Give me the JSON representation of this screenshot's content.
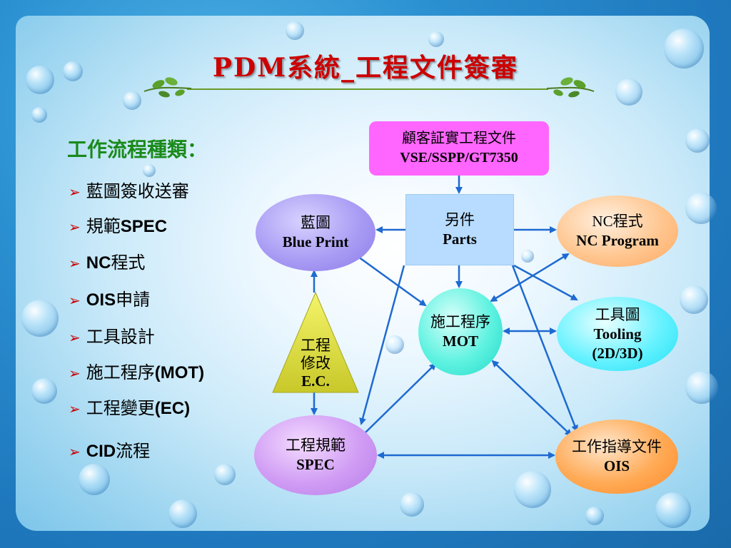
{
  "title": "PDM系統_工程文件簽審",
  "workflow": {
    "heading": "工作流程種類：",
    "items": [
      {
        "prefix": "藍圖簽收送審",
        "latin": "",
        "suffix": ""
      },
      {
        "prefix": "規範",
        "latin": "SPEC",
        "suffix": ""
      },
      {
        "prefix": "",
        "latin": "NC",
        "suffix": "程式"
      },
      {
        "prefix": "",
        "latin": "OIS",
        "suffix": "申請"
      },
      {
        "prefix": "工具設計",
        "latin": "",
        "suffix": ""
      },
      {
        "prefix": "施工程序",
        "latin": "(MOT)",
        "suffix": ""
      },
      {
        "prefix": "工程變更",
        "latin": "(EC)",
        "suffix": ""
      },
      {
        "prefix": "",
        "latin": "CID",
        "suffix": "流程"
      }
    ]
  },
  "diagram": {
    "customer_doc": {
      "line1": "顧客証實工程文件",
      "line2": "VSE/SSPP/GT7350"
    },
    "parts": {
      "line1": "另件",
      "line2": "Parts"
    },
    "blueprint": {
      "line1": "藍圖",
      "line2": "Blue Print"
    },
    "nc_program": {
      "line1": "NC程式",
      "line2": "NC Program"
    },
    "mot": {
      "line1": "施工程序",
      "line2": "MOT"
    },
    "tooling": {
      "line1": "工具圖",
      "line2": "Tooling",
      "line3": "(2D/3D)"
    },
    "ec": {
      "line1": "工程",
      "line2": "修改",
      "line3": "E.C."
    },
    "spec": {
      "line1": "工程規範",
      "line2": "SPEC"
    },
    "ois": {
      "line1": "工作指導文件",
      "line2": "OIS"
    }
  },
  "colors": {
    "title": "#cc0000",
    "heading": "#1a8a1a",
    "bullet_arrow": "#cc0000",
    "arrow": "#1e6ad0",
    "customer_doc_fill": "#ff66ff",
    "parts_fill": "#b8dcff",
    "blueprint_fill": "#9b8cf0",
    "nc_program_fill": "#ffb878",
    "mot_fill": "#2ee8d8",
    "tooling_fill": "#3ef0ff",
    "ec_fill": "#d8d840",
    "spec_fill": "#c68cf0",
    "ois_fill": "#ff9a40"
  }
}
